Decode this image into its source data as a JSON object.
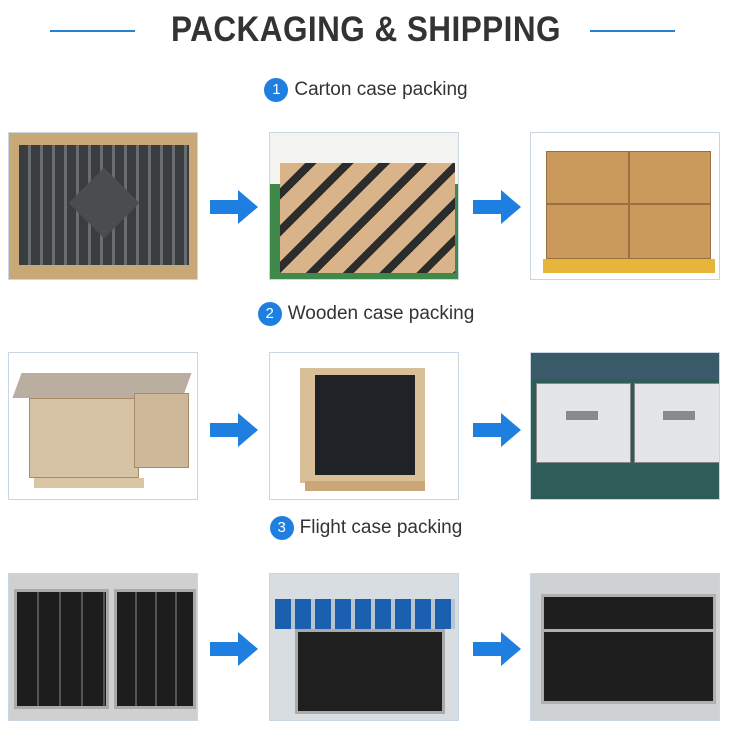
{
  "title": "PACKAGING & SHIPPING",
  "accent": "#1e7fe0",
  "sections": [
    {
      "number": "1",
      "label": "Carton case packing"
    },
    {
      "number": "2",
      "label": "Wooden case packing"
    },
    {
      "number": "3",
      "label": "Flight case packing"
    }
  ]
}
